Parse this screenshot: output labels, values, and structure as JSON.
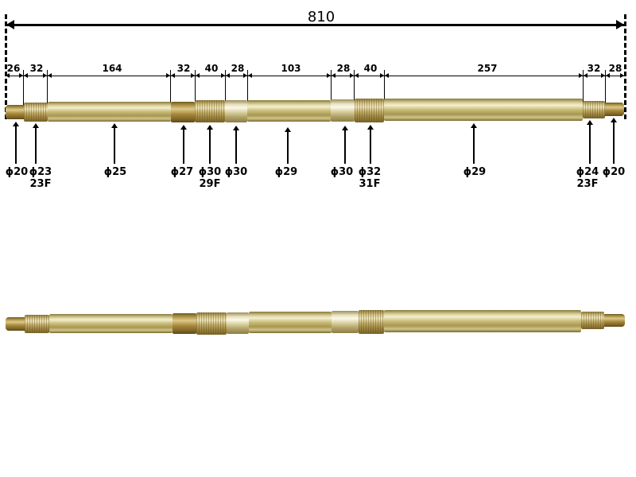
{
  "overall": {
    "label": "810"
  },
  "segments": [
    {
      "length": "26"
    },
    {
      "length": "32"
    },
    {
      "length": "164"
    },
    {
      "length": "32"
    },
    {
      "length": "40"
    },
    {
      "length": "28"
    },
    {
      "length": "103"
    },
    {
      "length": "28"
    },
    {
      "length": "40"
    },
    {
      "length": "257"
    },
    {
      "length": "32"
    },
    {
      "length": "28"
    }
  ],
  "callouts": [
    {
      "diameter": "ϕ20",
      "spline": ""
    },
    {
      "diameter": "ϕ23",
      "spline": "23F"
    },
    {
      "diameter": "ϕ25",
      "spline": ""
    },
    {
      "diameter": "ϕ27",
      "spline": ""
    },
    {
      "diameter": "ϕ30",
      "spline": "29F"
    },
    {
      "diameter": "ϕ30",
      "spline": ""
    },
    {
      "diameter": "ϕ29",
      "spline": ""
    },
    {
      "diameter": "ϕ30",
      "spline": ""
    },
    {
      "diameter": "ϕ32",
      "spline": "31F"
    },
    {
      "diameter": "ϕ29",
      "spline": ""
    },
    {
      "diameter": "ϕ24",
      "spline": "23F"
    },
    {
      "diameter": "ϕ20",
      "spline": ""
    }
  ],
  "colors": {
    "line": "#000000",
    "shaft_base": "#c9bc78",
    "spline_base": "#b09a55"
  }
}
